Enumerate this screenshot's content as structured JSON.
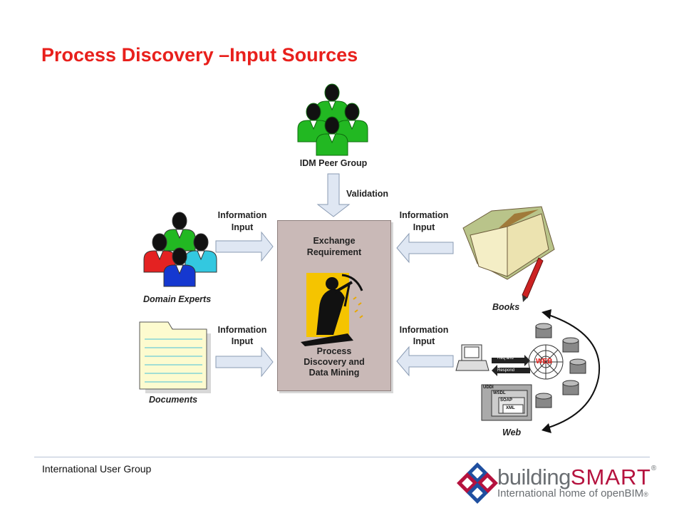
{
  "title": "Process Discovery –Input Sources",
  "peer_group": {
    "label": "IDM Peer Group",
    "arrow_label": "Validation"
  },
  "center_box": {
    "top_label_1": "Exchange",
    "top_label_2": "Requirement",
    "bottom_label_1": "Process",
    "bottom_label_2": "Discovery and",
    "bottom_label_3": "Data Mining"
  },
  "inputs": [
    {
      "arrow_label_1": "Information",
      "arrow_label_2": "Input",
      "source": "Domain Experts"
    },
    {
      "arrow_label_1": "Information",
      "arrow_label_2": "Input",
      "source": "Documents"
    },
    {
      "arrow_label_1": "Information",
      "arrow_label_2": "Input",
      "source": "Books"
    },
    {
      "arrow_label_1": "Information",
      "arrow_label_2": "Input",
      "source": "Web"
    }
  ],
  "web_graphic": {
    "req_text_1": "Req and",
    "req_text_2": "Respond",
    "web_text": "WEB",
    "uddi": "UDDI",
    "wsdl": "WSDL",
    "soap": "SOAP",
    "xml": "XML"
  },
  "footer": {
    "org": "International User Group",
    "logo_text_plain": "building",
    "logo_text_brand": "SMART",
    "logo_mark": "®",
    "tagline": "International home of openBIM",
    "tagline_mark": "®"
  },
  "colors": {
    "title": "#e8201c",
    "box_fill": "#c9b9b7",
    "arrow_fill": "#dfe7f3",
    "arrow_stroke": "#8a9bb3",
    "person_green": "#22b822",
    "person_red": "#e42222",
    "person_cyan": "#33c8e0",
    "person_blue": "#1538d0",
    "brand": "#b5123e"
  }
}
